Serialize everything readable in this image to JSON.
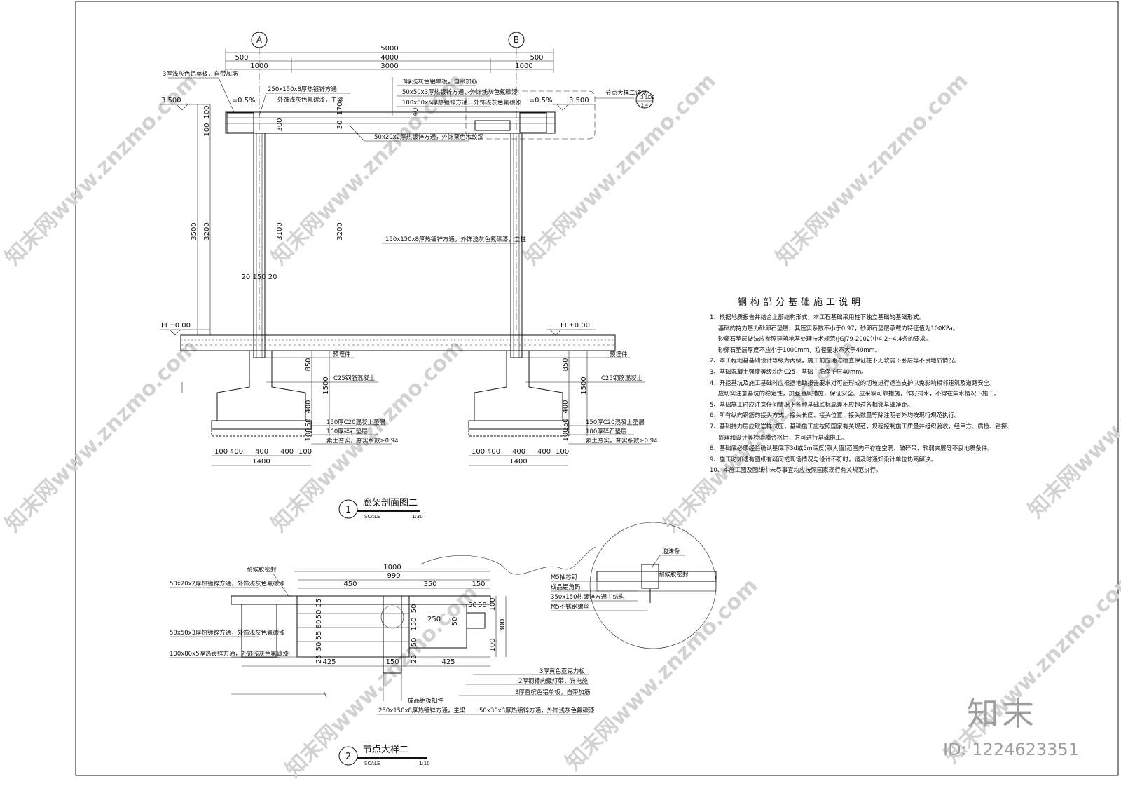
{
  "axes": {
    "a": "A",
    "b": "B"
  },
  "top_dims": {
    "total": "5000",
    "left_over": "500",
    "span": "4000",
    "right_over": "500",
    "seg1": "1000",
    "seg2": "3000",
    "seg3": "1000"
  },
  "elev": {
    "top_left": "3.500",
    "top_right": "3.500",
    "floor_left": "FL±0.00",
    "floor_right": "FL±0.00"
  },
  "slope": {
    "left": "i=0.5%",
    "right": "i=0.5%"
  },
  "vert_dims": {
    "h3500": "3500",
    "h3200": "3200",
    "h3100": "3100",
    "h3200b": "3200",
    "h100a": "100",
    "h100b": "100",
    "h170": "170",
    "h300": "300",
    "h850a": "850",
    "h850b": "850",
    "h1500a": "1500",
    "h1500b": "1500",
    "h400a": "400",
    "h400b": "400",
    "h150a": "150",
    "h150b": "150",
    "h100c": "100",
    "h100d": "100",
    "h30": "30",
    "h40": "40",
    "col": "20 150 20"
  },
  "callouts": {
    "panel3": "3厚浅灰色铝单板，自带加筋",
    "beam250": "250x150x8厚热镀锌方通",
    "beam250_finish": "外饰浅灰色氟碳漆，主梁",
    "alu_panel": "3厚浅灰色铝单板，自带加筋",
    "tube50": "50x50x3厚热镀锌方通，外饰浅灰色氟碳漆",
    "tube100": "100x80x5厚热镀锌方通，外饰浅灰色氟碳漆",
    "tube50x20": "50x20x2厚热镀锌方通，外饰栗色木纹漆",
    "column": "150x150x8厚热镀锌方通，外饰浅灰色氟碳漆，立柱",
    "detail_ref": "节点大样二详见",
    "embed_l": "预埋件",
    "embed_r": "预埋件",
    "c25_l": "C25钢筋混凝土",
    "c25_r": "C25钢筋混凝土",
    "c20_l": "150厚C20混凝土垫层",
    "c20_r": "150厚C20混凝土垫层",
    "gravel_l": "100厚碎石垫层",
    "gravel_r": "100厚碎石垫层",
    "soil_l": "素土夯实，夯实系数≥0.94",
    "soil_r": "素土夯实，夯实系数≥0.94"
  },
  "ref_circle": {
    "top": "3",
    "mid": "LD2",
    "bottom": "2.4"
  },
  "foot_dims": {
    "a100": "100",
    "a400": "400",
    "b400": "400",
    "c400": "400",
    "d100": "100",
    "total": "1400"
  },
  "foot_dims_r": {
    "a100": "100",
    "a400": "400",
    "b400": "400",
    "c400": "400",
    "d100": "100",
    "total": "1400"
  },
  "title1": {
    "num": "1",
    "name": "廊架剖面图二",
    "scale_lbl": "SCALE",
    "scale": "1:30"
  },
  "title2": {
    "num": "2",
    "name": "节点大样二",
    "scale_lbl": "SCALE",
    "scale": "1:10"
  },
  "detail": {
    "seal": "耐候胶密封",
    "tube50x20": "50x20x2厚热镀锌方通，外饰浅灰色氟碳漆",
    "tube50": "50x50x3厚热镀锌方通，外饰浅灰色氟碳漆",
    "tube100": "100x80x5厚热镀锌方通，外饰浅灰色氟碳漆",
    "d1000": "1000",
    "d990": "990",
    "d450": "450",
    "d350": "350",
    "d150": "150",
    "d250": "250",
    "d50a": "50",
    "d50b": "50",
    "d300": "300",
    "d100a": "100",
    "d100b": "100",
    "d25a": "25",
    "d50c": "50",
    "d80": "80",
    "d55": "55",
    "d50d": "50",
    "d25b": "25",
    "d150b": "150",
    "d50e": "50",
    "d25c": "25",
    "d425a": "425",
    "d150c": "150",
    "d425b": "425",
    "acrylic": "3厚黄色亚克力板",
    "led": "2厚钢槽内藏灯带，详电施",
    "alu_gold": "3厚香槟色铝单板，自带加筋",
    "bracket": "成品铝板扣件",
    "beam250": "250x150x8厚热镀锌方通，主梁",
    "tube50x30": "50x30x3厚热镀锌方通，外饰浅灰色氟碳漆",
    "foam": "泡沫条",
    "m5_rivet": "M5抽芯钉",
    "sealant": "耐候胶密封",
    "alu_angle": "成品铝角码",
    "tube350": "350x150热镀锌方通主结构",
    "m5_screw": "M5不锈钢螺丝"
  },
  "notes": {
    "title": "钢构部分基础施工说明",
    "lines": [
      "1、根据地质报告并结合上部结构形式，本工程基础采用柱下独立基础的基础形式。",
      "基础的持力层为砂卵石垫层，其压实系数不小于0.97，砂卵石垫层承载力特征值为100KPa。",
      "砂卵石垫层做法应参照建筑地基处理技术规范(JGJ79-2002)中4.2~4.4条的要求。",
      "砂卵石垫层厚度不应小于1000mm，粒径要求不大于40mm。",
      "2、本工程地基基础设计等级为丙级，施工前应通过检查保证柱下无软弱下卧层等不良地质情况。",
      "3、基础混凝土强度等级均为C25，基础主筋保护层40mm。",
      "4、开挖基坑及施工基础时应根据地勘报告要求对可能形成的切坡进行适当支护以免影响相邻建筑及道路安全。",
      "应切实注意基坑的稳定性，加强通风措施，保证安全。应采取可靠措施，作好排水，不得在集水情况下施工。",
      "5、基础施工时应注意任何情况下各种基础底标高差不应超过各相邻基础净距。",
      "6、所有纵向钢筋的接头方式、接头长度、接头位置、接头数量等除注明者外均按现行规范执行。",
      "7、基础持力层应取岩样试压，基础施工应按照国家有关规范，规程控制施工质量并组织验收，经甲方、质检、钻探、",
      "监理和设计等检验槽合格后，方可进行基础施工。",
      "8、基础底必须经验确认基底下3d或5m深度(取大值)范围内不存在空洞、破碎带、软弱夹层等不良地质条件。",
      "9、施工时如遇有图纸有疑问或现场情况与设计不符时，请及时通知设计单位协商解决。",
      "10、本施工图及图纸中未尽事宜均应按照国家现行有关规范执行。"
    ]
  },
  "watermark": {
    "text": "知末网www.znzmo.com"
  },
  "brand": {
    "logo": "知末",
    "id": "ID: 1224623351"
  }
}
